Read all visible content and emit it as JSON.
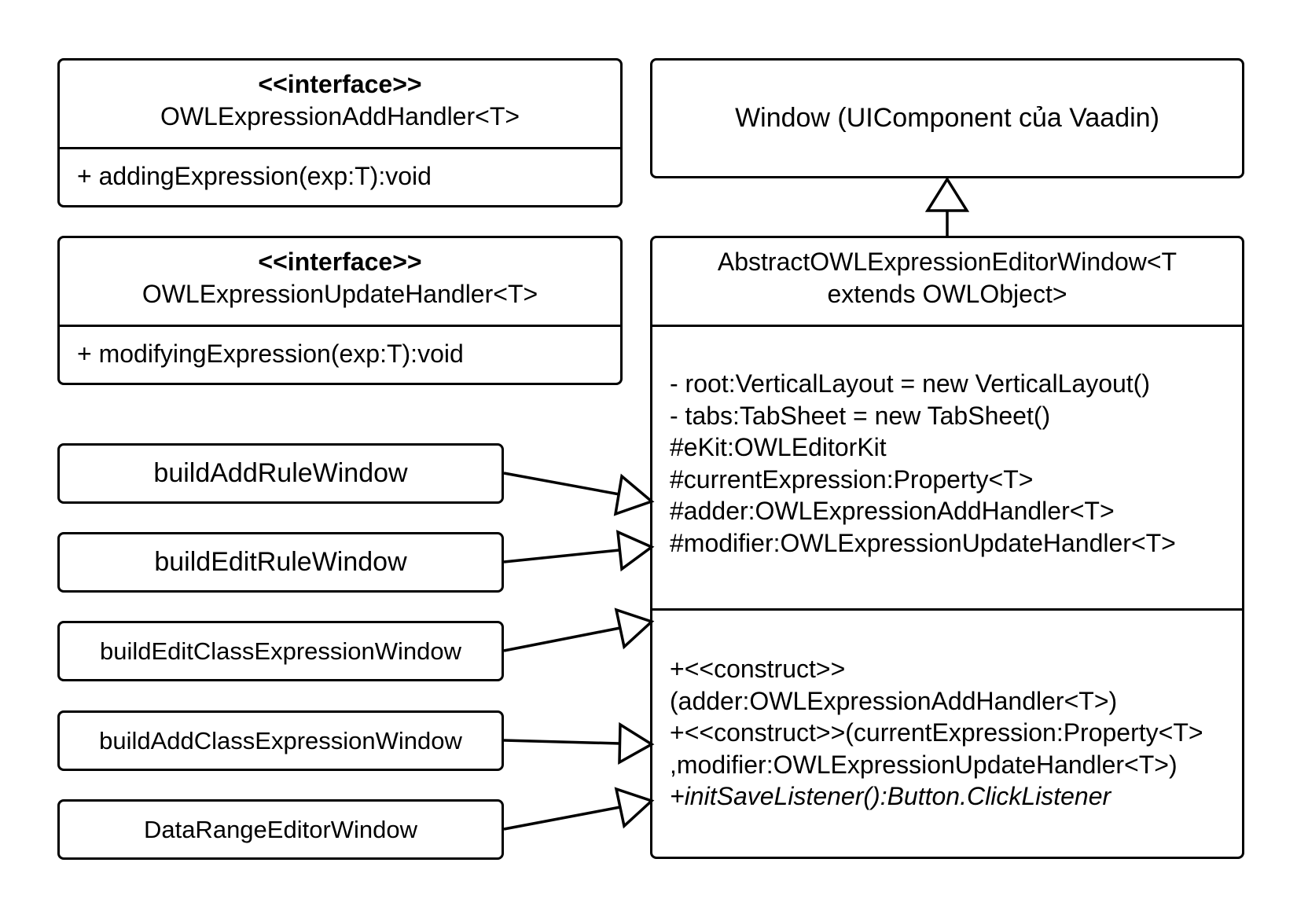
{
  "interfaces": [
    {
      "stereotype": "<<interface>>",
      "name": "OWLExpressionAddHandler<T>",
      "method": "+ addingExpression(exp:T):void"
    },
    {
      "stereotype": "<<interface>>",
      "name": "OWLExpressionUpdateHandler<T>",
      "method": "+ modifyingExpression(exp:T):void"
    }
  ],
  "window_class": {
    "label": "Window (UIComponent của Vaadin)"
  },
  "abstract_class": {
    "name_line1": "AbstractOWLExpressionEditorWindow<T",
    "name_line2": "extends OWLObject>",
    "attributes": [
      "- root:VerticalLayout = new VerticalLayout()",
      "- tabs:TabSheet = new TabSheet()",
      "#eKit:OWLEditorKit",
      "#currentExpression:Property<T>",
      "#adder:OWLExpressionAddHandler<T>",
      "#modifier:OWLExpressionUpdateHandler<T>"
    ],
    "operations": [
      "+<<construct>>",
      "(adder:OWLExpressionAddHandler<T>)",
      "+<<construct>>(currentExpression:Property<T>",
      ",modifier:OWLExpressionUpdateHandler<T>)",
      "+initSaveListener():Button.ClickListener"
    ]
  },
  "subclasses": [
    "buildAddRuleWindow",
    "buildEditRuleWindow",
    "buildEditClassExpressionWindow",
    "buildAddClassExpressionWindow",
    "DataRangeEditorWindow"
  ]
}
